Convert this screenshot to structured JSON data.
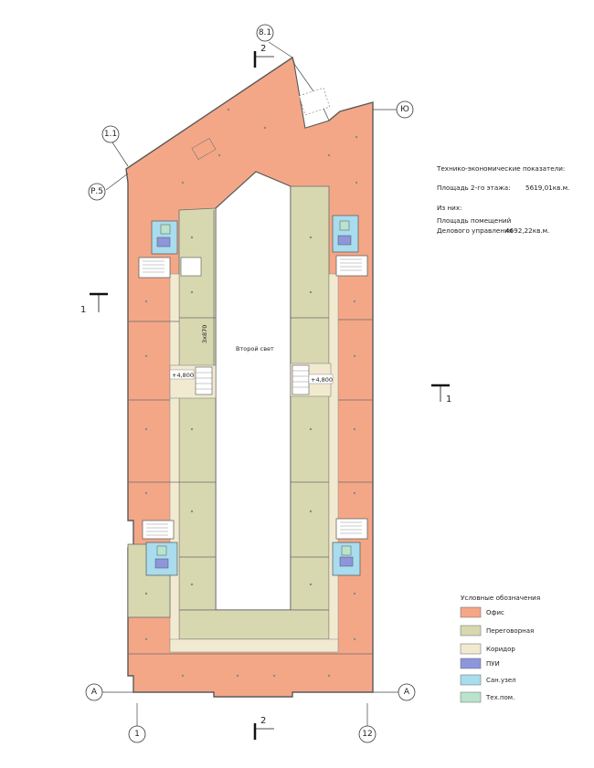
{
  "colors": {
    "office": "#f4a787",
    "meeting": "#d7d8b0",
    "corridor": "#f1ead0",
    "puy": "#8d95db",
    "wc": "#a8dcee",
    "tech": "#b9e3cc",
    "wall": "#5a5a5a"
  },
  "axes": {
    "top_a": "8.1",
    "right_a": "Ю",
    "top_left": "1.1",
    "left_p": "Р.5",
    "bottom_left": "1",
    "bottom_right": "12",
    "row_left": "А",
    "row_right": "А"
  },
  "sections": {
    "top": "2",
    "bottom": "2",
    "left": "1",
    "right": "1"
  },
  "room_labels": {
    "atrium": "Второй свет",
    "level_left": "+4,800",
    "level_right": "+4,800",
    "dim": "3х870"
  },
  "info": {
    "title": "Технико-экономические показатели:",
    "area_label": "Площадь 2-го этажа:",
    "area_value": "5619,01кв.м.",
    "of_which": "Из них:",
    "rooms_line1": "Площадь помещений",
    "rooms_line2": "Делового управления",
    "rooms_value": "4692,22кв.м."
  },
  "legend": {
    "title": "Условные обозначения",
    "items": [
      {
        "label": "Офис",
        "color": "#f4a787"
      },
      {
        "label": "Переговорная",
        "color": "#d7d8b0"
      },
      {
        "label": "Коридор",
        "color": "#f1ead0"
      },
      {
        "label": "ПУИ",
        "color": "#8d95db"
      },
      {
        "label": "Сан.узел",
        "color": "#a8dcee"
      },
      {
        "label": "Тех.пом.",
        "color": "#b9e3cc"
      }
    ]
  }
}
